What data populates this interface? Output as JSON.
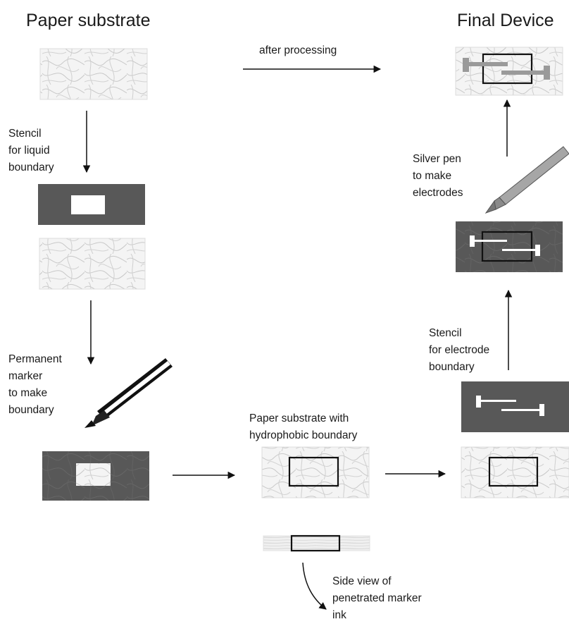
{
  "titles": {
    "left": "Paper substrate",
    "right": "Final Device"
  },
  "labels": {
    "after_processing": "after processing",
    "stencil_liquid": "Stencil\nfor liquid\nboundary",
    "permanent_marker": "Permanent\nmarker\nto make\nboundary",
    "silver_pen": "Silver pen\nto make\nelectrodes",
    "stencil_electrode": "Stencil\nfor electrode\nboundary",
    "hydrophobic": "Paper substrate with\nhydrophobic boundary",
    "side_view": "Side view of\npenetrated marker\nink"
  },
  "colors": {
    "paper_fill": "#f3f3f3",
    "paper_fiber": "#c8c8c8",
    "stencil": "#585858",
    "boundary": "#111111",
    "electrode": "#9a9a9a",
    "arrow": "#111111"
  }
}
